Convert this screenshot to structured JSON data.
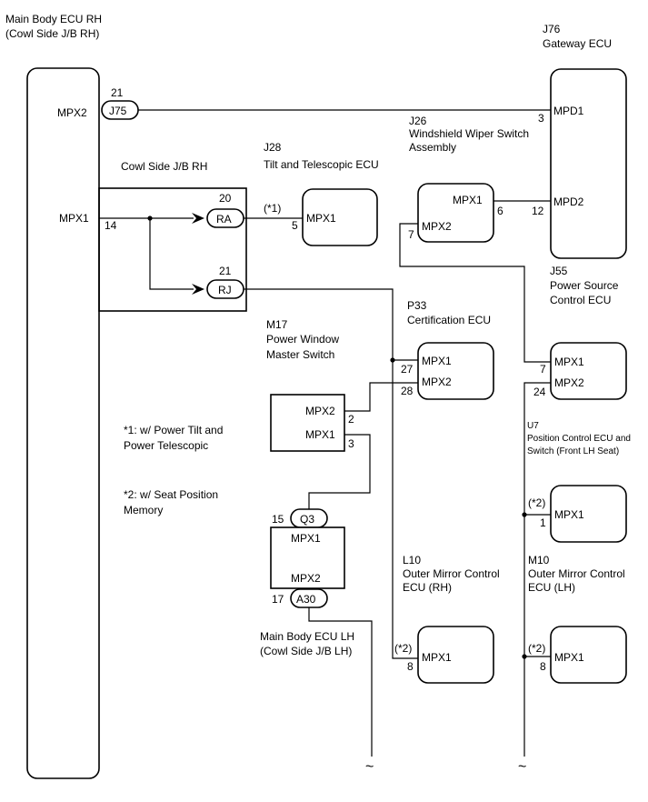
{
  "components": {
    "main_body_ecu_rh": {
      "line1": "Main Body ECU RH",
      "line2": "(Cowl Side J/B RH)"
    },
    "gateway_ecu": {
      "code": "J76",
      "name": "Gateway ECU",
      "pin_mpd1": "MPD1",
      "pin_mpd2": "MPD2",
      "num_mpd1": "3",
      "num_mpd2": "12"
    },
    "wiper_switch": {
      "code": "J26",
      "line1": "Windshield Wiper Switch",
      "line2": "Assembly",
      "pin_mpx1": "MPX1",
      "pin_mpx2": "MPX2",
      "num_mpx1": "6",
      "num_mpx2": "7"
    },
    "tilt_ecu": {
      "code": "J28",
      "name": "Tilt and Telescopic ECU",
      "pin_mpx1": "MPX1",
      "num_mpx1": "5",
      "note_ref": "(*1)"
    },
    "cowl_jb_rh": {
      "name": "Cowl Side J/B RH"
    },
    "power_source_ecu": {
      "code": "J55",
      "line1": "Power Source",
      "line2": "Control ECU",
      "pin_mpx1": "MPX1",
      "pin_mpx2": "MPX2",
      "num_mpx1": "7",
      "num_mpx2": "24"
    },
    "certification_ecu": {
      "code": "P33",
      "name": "Certification ECU",
      "pin_mpx1": "MPX1",
      "pin_mpx2": "MPX2",
      "num_mpx1": "27",
      "num_mpx2": "28"
    },
    "power_window_switch": {
      "code": "M17",
      "line1": "Power Window",
      "line2": "Master Switch",
      "pin_mpx2": "MPX2",
      "pin_mpx1": "MPX1",
      "num_mpx2": "2",
      "num_mpx1": "3"
    },
    "position_control_ecu": {
      "code": "U7",
      "line1": "Position Control ECU and",
      "line2": "Switch (Front LH Seat)",
      "pin_mpx1": "MPX1",
      "num_mpx1": "1",
      "note_ref": "(*2)"
    },
    "main_body_ecu_lh": {
      "line1": "Main Body ECU LH",
      "line2": "(Cowl Side J/B LH)",
      "pin_mpx1": "MPX1",
      "pin_mpx2": "MPX2",
      "num_q3": "15",
      "num_a30": "17"
    },
    "mirror_rh": {
      "code": "L10",
      "line1": "Outer Mirror Control",
      "line2": "ECU (RH)",
      "pin_mpx1": "MPX1",
      "num_mpx1": "8",
      "note_ref": "(*2)"
    },
    "mirror_lh": {
      "code": "M10",
      "line1": "Outer Mirror Control",
      "line2": "ECU (LH)",
      "pin_mpx1": "MPX1",
      "num_mpx1": "8",
      "note_ref": "(*2)"
    }
  },
  "main_body_pins": {
    "mpx2": "MPX2",
    "mpx1": "MPX1",
    "num_mpx2": "21",
    "num_mpx1": "14"
  },
  "connectors": {
    "j75": "J75",
    "ra": "RA",
    "rj": "RJ",
    "q3": "Q3",
    "a30": "A30",
    "ra_pin": "20",
    "rj_pin": "21"
  },
  "notes": {
    "n1_line1": "*1: w/ Power Tilt and",
    "n1_line2": "Power Telescopic",
    "n2_line1": "*2: w/ Seat Position",
    "n2_line2": "Memory"
  },
  "break_mark": "~"
}
